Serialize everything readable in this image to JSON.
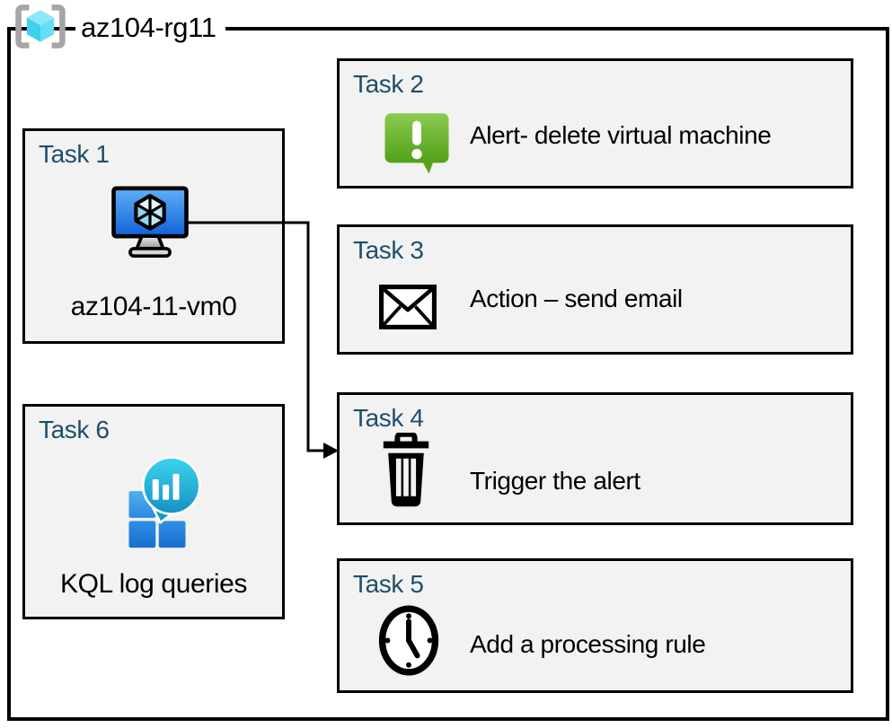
{
  "diagram": {
    "resource_group": "az104-rg11",
    "tasks": [
      {
        "label": "Task 1",
        "text": "az104-11-vm0",
        "icon": "virtual-machine"
      },
      {
        "label": "Task 2",
        "text": "Alert- delete virtual machine",
        "icon": "alert-speech-bubble"
      },
      {
        "label": "Task 3",
        "text": "Action – send email",
        "icon": "email-envelope"
      },
      {
        "label": "Task 4",
        "text": "Trigger the alert",
        "icon": "trash-can"
      },
      {
        "label": "Task 5",
        "text": "Add a processing rule",
        "icon": "clock"
      },
      {
        "label": "Task 6",
        "text": "KQL log queries",
        "icon": "log-analytics"
      }
    ],
    "connector": {
      "from": "Task 1 virtual machine",
      "to": "Task 4"
    },
    "colors": {
      "heading_blue": "#1f4e6b",
      "box_background": "#f2f2f2",
      "border_black": "#000000",
      "alert_green": "#6fba3a",
      "vm_screen_blue": "#2f7de1",
      "log_analytics_teal": "#27c0e5",
      "log_analytics_blue": "#2b8be0",
      "resource_group_cube_cyan": "#50d0ee",
      "bracket_gray": "#a6a6a6"
    }
  }
}
